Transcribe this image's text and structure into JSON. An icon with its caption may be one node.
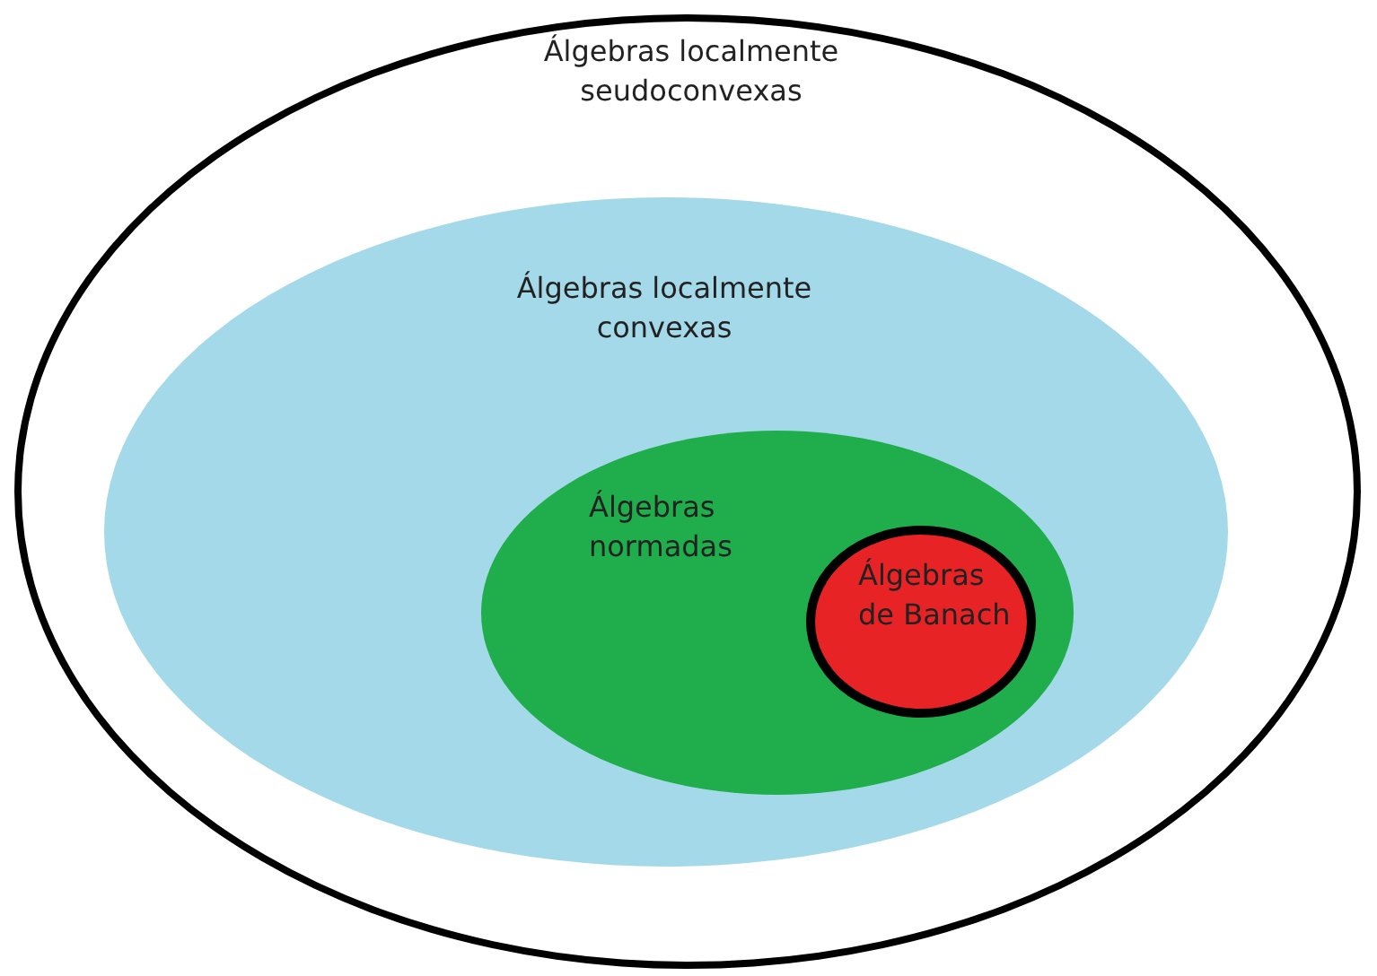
{
  "diagram": {
    "nodes": [
      {
        "text": [
          "Álgebras localmente seudoconvexas"
        ]
      },
      {
        "text": [
          "Álgebras localmente convexas"
        ],
        "in": 0
      },
      {
        "text": [
          "Álgebras normadas"
        ],
        "in": 1
      },
      {
        "text": [
          "Álgebras de Banach"
        ],
        "in": 2
      }
    ]
  }
}
